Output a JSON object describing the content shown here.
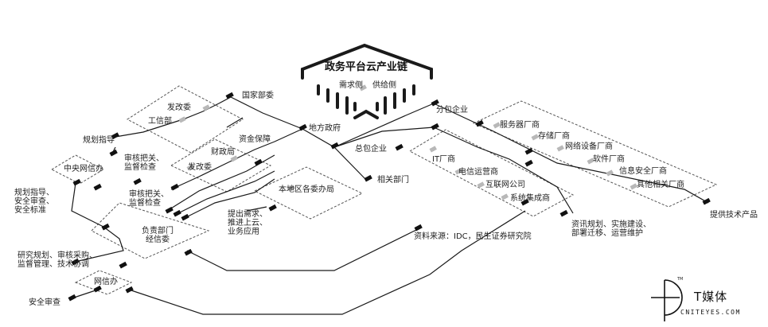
{
  "diagram": {
    "title": "政务平台云产业链",
    "demand_side": "需求侧",
    "supply_side": "供给侧",
    "nodes": {
      "national_ministries": "国家部委",
      "ndrc": "发改委",
      "miit": "工信部",
      "planning_guidance": "规划指导",
      "review_supervision_1": "审核把关、\n监督检查",
      "cac_central": "中央网信办",
      "planning_security": "规划指导、\n安全审查、\n安全标准",
      "local_government": "地方政府",
      "funding": "资金保障",
      "finance_bureau": "财政局",
      "ndrc_local": "发改委",
      "review_supervision_2": "审核把关、\n监督检查",
      "local_commissions": "本地区各委办局",
      "related_departments": "相关部门",
      "requirements": "提出需求、\n推进上云、\n业务应用",
      "responsible_dept": "负责部门\n经信委",
      "research_planning": "研究规划、审核采购、\n监督管理、技术协调",
      "cac_local": "网信办",
      "security_review": "安全审查",
      "subcontractors": "分包企业",
      "general_contractor": "总包企业",
      "it_vendors": "IT厂商",
      "telecom_operators": "电信运营商",
      "internet_companies": "互联网公司",
      "system_integrators": "系统集成商",
      "server_vendors": "服务器厂商",
      "storage_vendors": "存储厂商",
      "network_vendors": "网络设备厂商",
      "software_vendors": "软件厂商",
      "infosec_vendors": "信息安全厂商",
      "other_vendors": "其他相关厂商",
      "provide_products": "提供技术产品",
      "consulting": "资讯规划、实施建设、\n部署迁移、运营维护"
    },
    "source": "资料来源：IDC，民生证券研究院"
  },
  "brand": {
    "name": "T媒体",
    "url": "CNITEYES.COM",
    "tm": "TM"
  },
  "colors": {
    "line": "#1a1a1a",
    "dash": "#555555",
    "grey_marker": "#b8b8b8"
  }
}
